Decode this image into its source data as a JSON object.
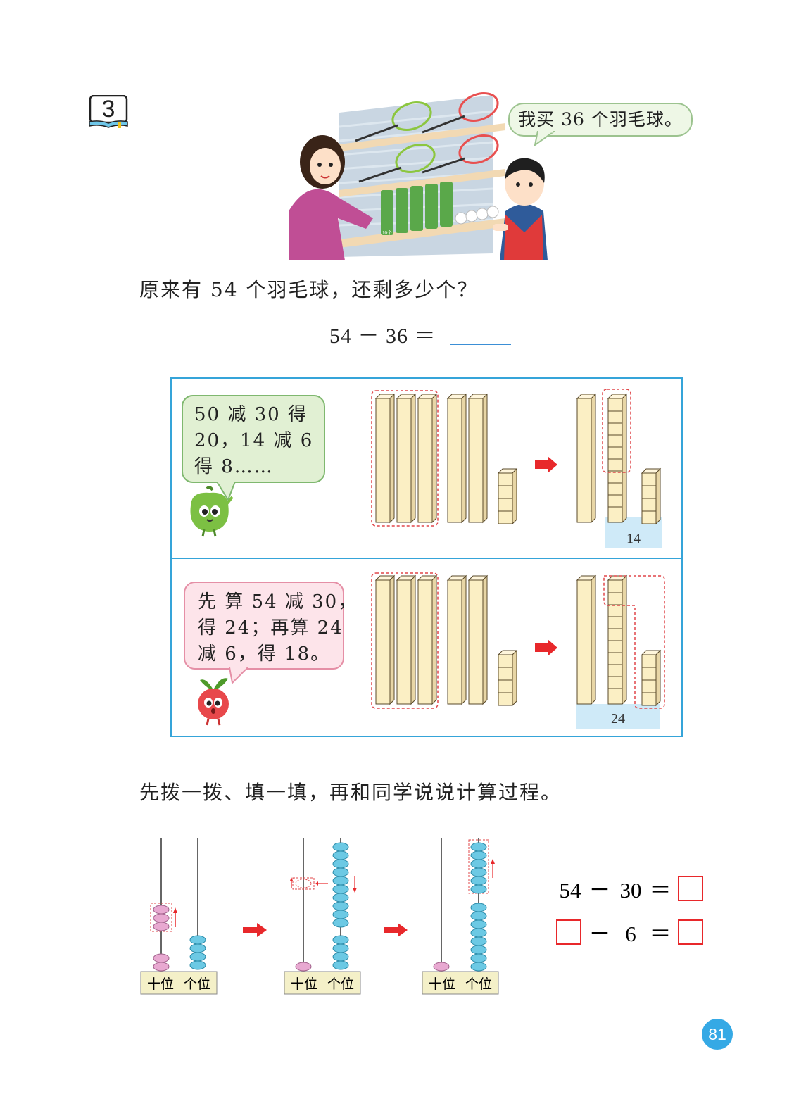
{
  "problem": {
    "number": "3",
    "speech": "我买 36 个羽毛球。",
    "question": "原来有 54 个羽毛球，还剩多少个？",
    "equation": "54 － 36 ＝",
    "tube_label": "10个"
  },
  "methods": [
    {
      "lines": [
        "50 减 30 得",
        "20，14 减 6",
        "得 8……"
      ],
      "result_label": "14"
    },
    {
      "lines": [
        "先 算 54 减 30，",
        "得 24；再算 24",
        "减 6，得 18。"
      ],
      "result_label": "24"
    }
  ],
  "activity": {
    "instruction": "先拨一拨、填一填，再和同学说说计算过程。",
    "abacus_tens_label": "十位",
    "abacus_ones_label": "个位",
    "eq1_left": "54",
    "eq1_op": "－",
    "eq1_right": "30",
    "eq2_op": "－",
    "eq2_right": "6",
    "equals": "＝"
  },
  "page_number": "81",
  "colors": {
    "frame_blue": "#35a4d9",
    "bead_blue": "#6cc9e4",
    "bead_pink": "#e8a9d1",
    "arrow_red": "#e8282b",
    "answer_box_red": "#e8282b",
    "highlight_blue": "#cfeaf8"
  }
}
